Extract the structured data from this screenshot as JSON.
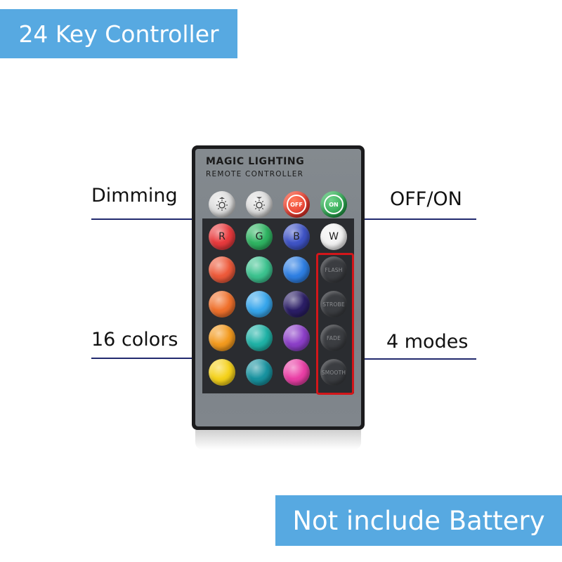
{
  "banners": {
    "top": "24 Key Controller",
    "bottom": "Not include Battery"
  },
  "labels": {
    "dimming": "Dimming",
    "off_on": "OFF/ON",
    "colors": "16 colors",
    "modes": "4 modes"
  },
  "remote": {
    "brand_title": "MAGIC LIGHTING",
    "brand_subtitle": "REMOTE CONTROLLER",
    "keys": [
      {
        "name": "brightness-up-key",
        "icon": "sun-up-icon",
        "label": "",
        "color": "#e6e6e6",
        "row": 0,
        "col": 0
      },
      {
        "name": "brightness-down-key",
        "icon": "sun-down-icon",
        "label": "",
        "color": "#e6e6e6",
        "row": 0,
        "col": 1
      },
      {
        "name": "off-key",
        "icon": "power-icon",
        "label": "OFF",
        "color": "#e2332a",
        "row": 0,
        "col": 2
      },
      {
        "name": "on-key",
        "icon": "power-icon",
        "label": "ON",
        "color": "#23a048",
        "row": 0,
        "col": 3
      },
      {
        "name": "red-key",
        "label": "R",
        "color": "#e83a3d",
        "row": 1,
        "col": 0
      },
      {
        "name": "green-key",
        "label": "G",
        "color": "#2fb462",
        "row": 1,
        "col": 1
      },
      {
        "name": "blue-key",
        "label": "B",
        "color": "#3f54c6",
        "row": 1,
        "col": 2
      },
      {
        "name": "white-key",
        "label": "W",
        "color": "#f2f2f2",
        "row": 1,
        "col": 3
      },
      {
        "name": "color-key-1",
        "label": "",
        "color": "#ee5a3a",
        "row": 2,
        "col": 0
      },
      {
        "name": "color-key-2",
        "label": "",
        "color": "#3cc38f",
        "row": 2,
        "col": 1
      },
      {
        "name": "color-key-3",
        "label": "",
        "color": "#2e7fe3",
        "row": 2,
        "col": 2
      },
      {
        "name": "flash-key",
        "label": "FLASH",
        "mode": true,
        "row": 2,
        "col": 3
      },
      {
        "name": "color-key-4",
        "label": "",
        "color": "#f0712c",
        "row": 3,
        "col": 0
      },
      {
        "name": "color-key-5",
        "label": "",
        "color": "#37a6ec",
        "row": 3,
        "col": 1
      },
      {
        "name": "color-key-6",
        "label": "",
        "color": "#2b1e66",
        "row": 3,
        "col": 2
      },
      {
        "name": "strobe-key",
        "label": "STROBE",
        "mode": true,
        "row": 3,
        "col": 3
      },
      {
        "name": "color-key-7",
        "label": "",
        "color": "#f39a1e",
        "row": 4,
        "col": 0
      },
      {
        "name": "color-key-8",
        "label": "",
        "color": "#1fb2a6",
        "row": 4,
        "col": 1
      },
      {
        "name": "color-key-9",
        "label": "",
        "color": "#8c3fc8",
        "row": 4,
        "col": 2
      },
      {
        "name": "fade-key",
        "label": "FADE",
        "mode": true,
        "row": 4,
        "col": 3
      },
      {
        "name": "color-key-10",
        "label": "",
        "color": "#f5d21b",
        "row": 5,
        "col": 0
      },
      {
        "name": "color-key-11",
        "label": "",
        "color": "#1893a0",
        "row": 5,
        "col": 1
      },
      {
        "name": "color-key-12",
        "label": "",
        "color": "#ea3fa6",
        "row": 5,
        "col": 2
      },
      {
        "name": "smooth-key",
        "label": "SMOOTH",
        "mode": true,
        "row": 5,
        "col": 3
      }
    ]
  },
  "colors": {
    "banner": "#57a9e1",
    "leader_line": "#222a6e",
    "mode_highlight": "#d3161a"
  }
}
